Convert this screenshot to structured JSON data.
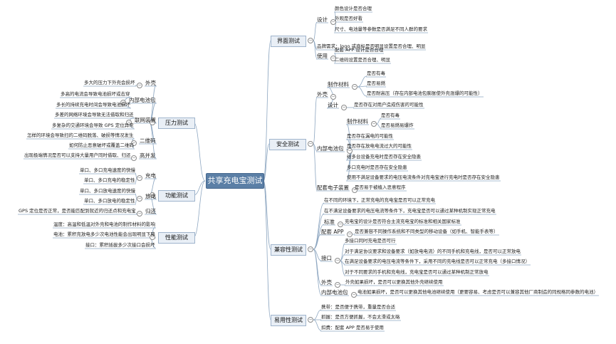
{
  "root": "共享充电宝测试",
  "right": [
    {
      "label": "界面测试",
      "children": [
        {
          "label": "设计",
          "children": [
            {
              "label": "颜色设计是否合理"
            },
            {
              "label": "外观是否好看"
            },
            {
              "label": "尺寸、电池量等参数是否满足不同人群的要求"
            }
          ]
        },
        {
          "label": "品牌需求：logo 或商标是否明显设置是否合理、明显"
        },
        {
          "label": "使用",
          "children": [
            {
              "label": "配套 APP 设计是否合理"
            },
            {
              "label": "二维码设置是否合理、明显"
            }
          ]
        }
      ]
    },
    {
      "label": "安全测试",
      "children": [
        {
          "label": "外壳",
          "children": [
            {
              "label": "制作材料",
              "children": [
                {
                  "label": "是否有毒"
                },
                {
                  "label": "是否易燃"
                },
                {
                  "label": "是否耐高压（存在内部电池包膨胀使外壳涨爆的可能性）"
                }
              ]
            },
            {
              "label": "设计",
              "children": [
                {
                  "label": "是否存在对用户造成伤害的可能性"
                }
              ]
            }
          ]
        },
        {
          "label": "内部电池包",
          "children": [
            {
              "label": "制作材料",
              "children": [
                {
                  "label": "是否有毒"
                },
                {
                  "label": "是否易燃易爆炸"
                }
              ]
            },
            {
              "label": "是否存在漏电的可能性"
            },
            {
              "label": "是否存在放电电流过大的可能性"
            },
            {
              "label": "给多台设备充电时是否存在安全隐患"
            },
            {
              "label": "多口充电时是否存在安全隐患"
            },
            {
              "label": "使用不满足设备要求的电压电流条件对充电宝进行充电时是否存在安全隐患"
            }
          ]
        },
        {
          "label": "配套电子装置",
          "children": [
            {
              "label": "是否易于被植入恶意程序"
            }
          ]
        }
      ]
    },
    {
      "label": "兼容性测试",
      "children": [
        {
          "label": "在不同的环境下，正常充电的充电宝是否可以正常充电"
        },
        {
          "label": "在不满足设备要求的电压电流等条件下，充电宝是否可以通过某种机制实现正常充电"
        },
        {
          "label": "标准",
          "children": [
            {
              "label": "充电宝的设计是否符合主流充电宝的标准和相关国家标准"
            }
          ]
        },
        {
          "label": "配套 APP",
          "children": [
            {
              "label": "是否兼容不同操作系统和不同类型的移动设备（如手机、智能手表等）"
            }
          ]
        },
        {
          "label": "接口",
          "children": [
            {
              "label": "多接口同时充电是否可行"
            },
            {
              "label": "对于满足协议要求和设备要求（如放电电流）的不同手机和充电线，是否可以正常放电"
            },
            {
              "label": "在满足设备要求的电压电流等条件下，采用不同的充电线是否可以正常充电（多接口情况）"
            },
            {
              "label": "对于不同要求的手机和充电线，充电宝是否可以通过某种机制正常放电"
            }
          ]
        },
        {
          "label": "外壳",
          "children": [
            {
              "label": "外壳如果损坏，是否可以更换其他外壳继续使用"
            }
          ]
        },
        {
          "label": "内部电池包",
          "children": [
            {
              "label": "电池如果损坏，是否可以更换其他电池继续使用（更要容易、考虑是否可以兼容其他厂商制造的同规格同参数的电池）"
            }
          ]
        }
      ]
    },
    {
      "label": "易用性测试",
      "children": [
        {
          "label": "携带：是否便于携带，重量是否合适"
        },
        {
          "label": "抓握：是否方便抓握，不会太滑或太硌"
        },
        {
          "label": "扣费：配套 APP 是否易于使用"
        }
      ]
    }
  ],
  "left": [
    {
      "label": "压力测试",
      "children": [
        {
          "label": "外壳",
          "children": [
            {
              "label": "多大的压力下外壳会损坏"
            }
          ]
        },
        {
          "label": "内部电池包",
          "children": [
            {
              "label": "多高的电流会导致电池损坏或击穿"
            },
            {
              "label": "多长的持续充电时间会导致电池损坏"
            }
          ]
        },
        {
          "label": "联网装置",
          "children": [
            {
              "label": "多差的网络环境会导致无法借取和归还"
            },
            {
              "label": "多复杂的交通环境会导致 GPS 定位异常"
            }
          ]
        },
        {
          "label": "二维码",
          "children": [
            {
              "label": "怎样的环境会导致扫的二维码脱落、破损等情况发生"
            },
            {
              "label": "如何防止恶意破坏或覆盖二维码"
            }
          ]
        },
        {
          "label": "高并发",
          "children": [
            {
              "label": "出现极端情况是否可以支持大量用户同时借取、归还"
            }
          ]
        }
      ]
    },
    {
      "label": "功能测试",
      "children": [
        {
          "label": "充电",
          "children": [
            {
              "label": "单口、多口充电速度的快慢"
            },
            {
              "label": "单口、多口充电的稳定性"
            }
          ]
        },
        {
          "label": "放电",
          "children": [
            {
              "label": "单口、多口放电速度的快慢"
            },
            {
              "label": "单口、多口放电的稳定性"
            }
          ]
        },
        {
          "label": "归还",
          "children": [
            {
              "label": "GPS 定位是否正常，是否能匹配到就近的归还点和充电宝"
            }
          ]
        }
      ]
    },
    {
      "label": "性能测试",
      "children": [
        {
          "label": "温度：高温和低温对外壳和电池的制作材料的影响"
        },
        {
          "label": "电池：累积充放电多少次电池性能会出现明显下降"
        },
        {
          "label": "接口：累积插拔多少次接口会损坏"
        }
      ]
    }
  ]
}
